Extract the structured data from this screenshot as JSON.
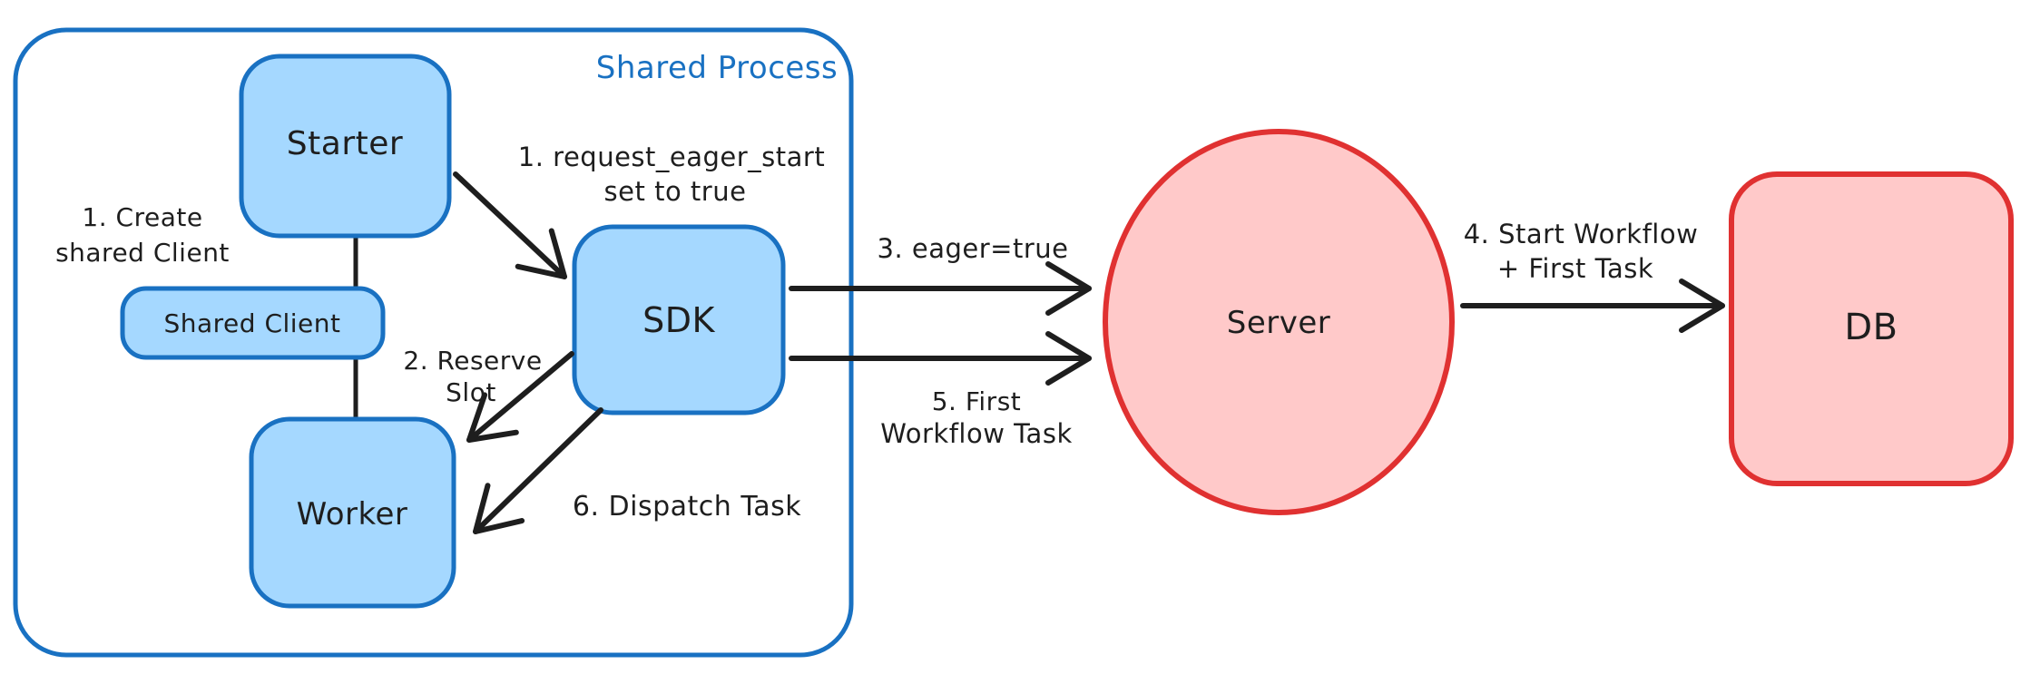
{
  "diagram": {
    "container_label": "Shared Process",
    "nodes": {
      "starter": "Starter",
      "shared_client": "Shared Client",
      "worker": "Worker",
      "sdk": "SDK",
      "server": "Server",
      "db": "DB"
    },
    "annotations": {
      "create_client": [
        "1. Create",
        "shared Client"
      ],
      "request_eager_start": [
        "1. request_eager_start",
        "set to true"
      ],
      "reserve_slot": [
        "2. Reserve",
        "Slot"
      ],
      "eager_true": [
        "3. eager=true"
      ],
      "start_workflow": [
        "4. Start Workflow",
        "+ First Task"
      ],
      "first_workflow_task": [
        "5. First",
        "Workflow Task"
      ],
      "dispatch_task": [
        "6. Dispatch Task"
      ]
    },
    "colors": {
      "blue_stroke": "#1971c2",
      "blue_fill": "#a5d8ff",
      "red_stroke": "#e03131",
      "red_fill": "#ffc9c9",
      "text": "#1e1e1e",
      "background": "#ffffff"
    }
  }
}
